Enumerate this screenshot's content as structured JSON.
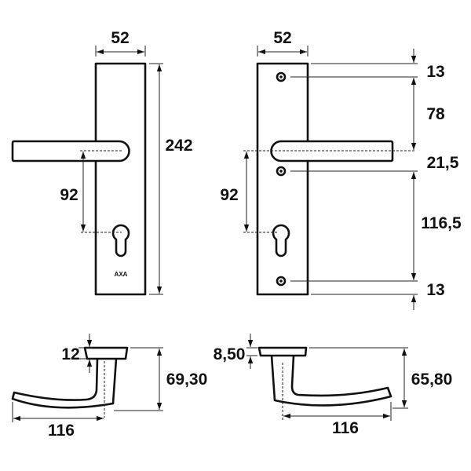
{
  "left_plate": {
    "width_label": "52",
    "height_label": "242",
    "handle_to_keyhole_label": "92",
    "brand": "AXA"
  },
  "right_plate": {
    "width_label": "52",
    "handle_to_keyhole_label": "92",
    "dims": [
      "13",
      "78",
      "21,5",
      "116,5",
      "13"
    ]
  },
  "left_handle_side": {
    "rose_label": "12",
    "height_label": "69,30",
    "length_label": "116"
  },
  "right_handle_side": {
    "rose_label": "8,50",
    "height_label": "65,80",
    "length_label": "116"
  }
}
